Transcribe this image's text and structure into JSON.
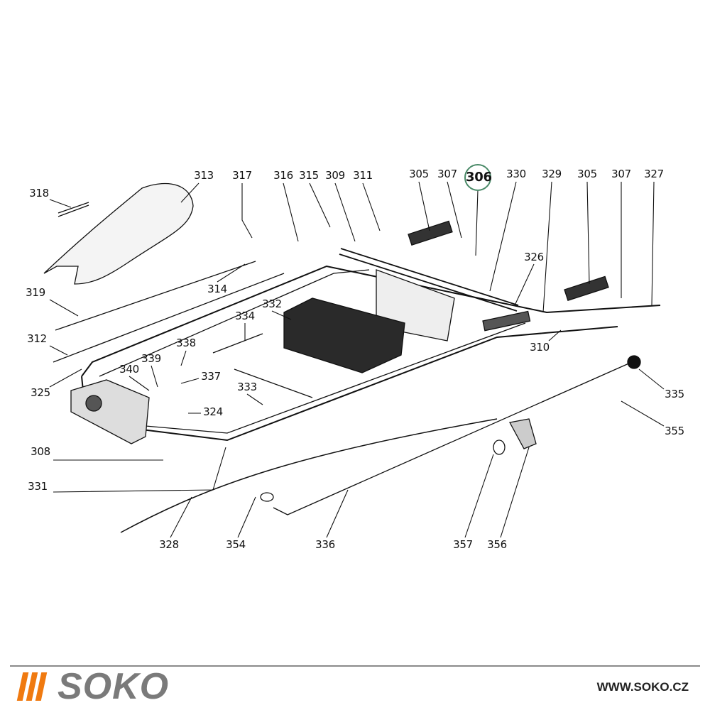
{
  "diagram": {
    "highlighted_part": "306",
    "labels": [
      "318",
      "313",
      "317",
      "316",
      "315",
      "309",
      "311",
      "305",
      "307",
      "306",
      "330",
      "329",
      "305",
      "307",
      "327",
      "326",
      "319",
      "314",
      "334",
      "332",
      "312",
      "338",
      "339",
      "340",
      "337",
      "325",
      "333",
      "324",
      "310",
      "335",
      "355",
      "308",
      "331",
      "328",
      "354",
      "336",
      "357",
      "356"
    ]
  },
  "footer": {
    "logo_text": "SOKO",
    "url": "WWW.SOKO.CZ",
    "brand_color": "#f07a10",
    "logo_gray": "#7a7a7a"
  }
}
